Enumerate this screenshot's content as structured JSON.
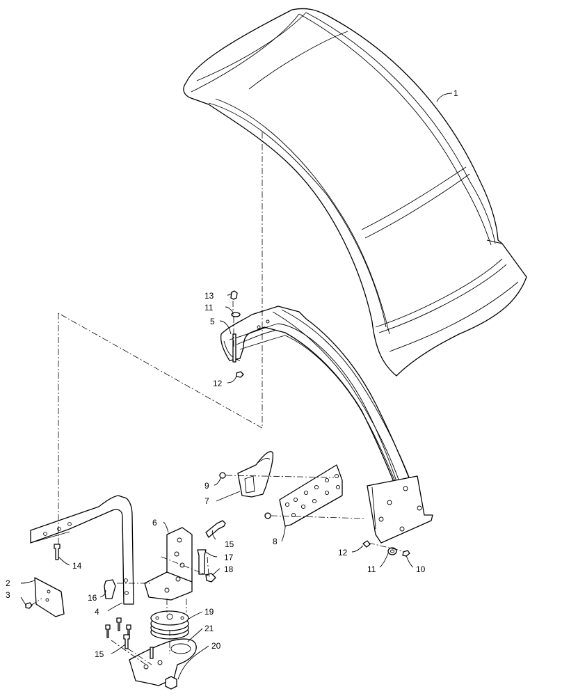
{
  "callouts": [
    {
      "id": "c1",
      "label": "1"
    },
    {
      "id": "c13",
      "label": "13"
    },
    {
      "id": "c11a",
      "label": "11"
    },
    {
      "id": "c5",
      "label": "5"
    },
    {
      "id": "c12a",
      "label": "12"
    },
    {
      "id": "c9",
      "label": "9"
    },
    {
      "id": "c7",
      "label": "7"
    },
    {
      "id": "c8",
      "label": "8"
    },
    {
      "id": "c12b",
      "label": "12"
    },
    {
      "id": "c11b",
      "label": "11"
    },
    {
      "id": "c10",
      "label": "10"
    },
    {
      "id": "c6",
      "label": "6"
    },
    {
      "id": "c15a",
      "label": "15"
    },
    {
      "id": "c17",
      "label": "17"
    },
    {
      "id": "c18",
      "label": "18"
    },
    {
      "id": "c14",
      "label": "14"
    },
    {
      "id": "c2",
      "label": "2"
    },
    {
      "id": "c3",
      "label": "3"
    },
    {
      "id": "c16",
      "label": "16"
    },
    {
      "id": "c4",
      "label": "4"
    },
    {
      "id": "c19",
      "label": "19"
    },
    {
      "id": "c21",
      "label": "21"
    },
    {
      "id": "c20",
      "label": "20"
    },
    {
      "id": "c15b",
      "label": "15"
    }
  ]
}
